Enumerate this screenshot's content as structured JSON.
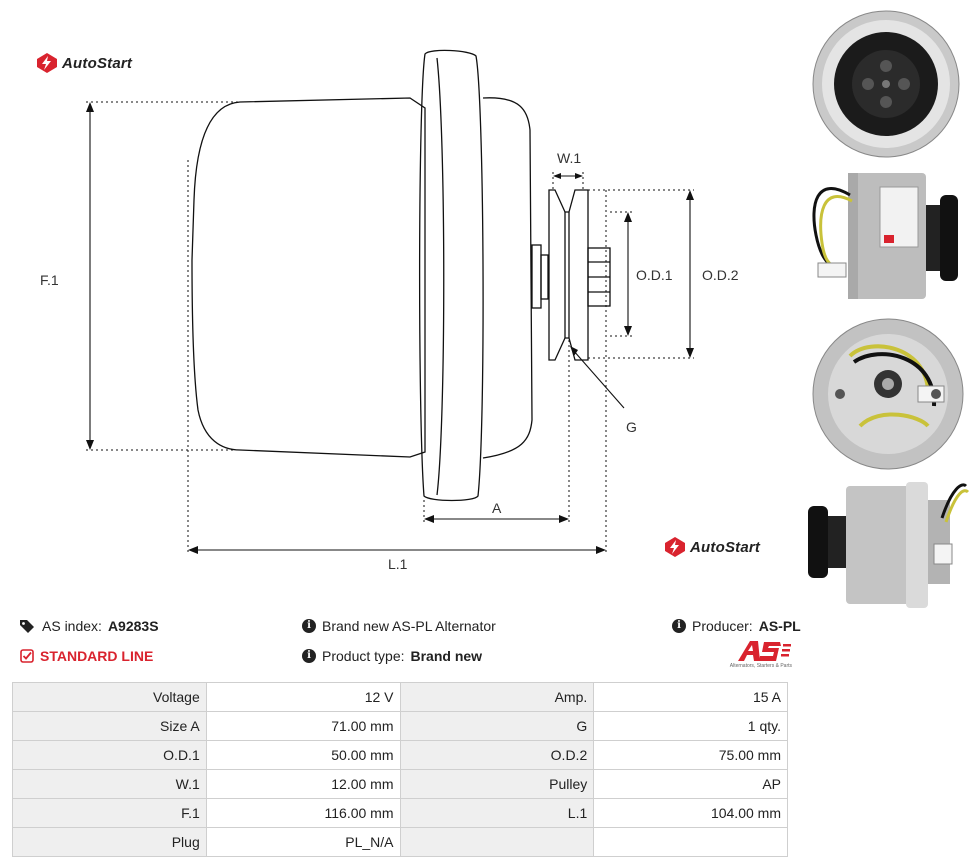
{
  "brand": {
    "name": "AutoStart"
  },
  "dimensions": {
    "f1": "F.1",
    "w1": "W.1",
    "od1": "O.D.1",
    "od2": "O.D.2",
    "g": "G",
    "a": "A",
    "l1": "L.1"
  },
  "photos": [
    "front-face",
    "side-with-wires",
    "rear-with-wires",
    "side-view"
  ],
  "product": {
    "as_index_label": "AS index:",
    "as_index": "A9283S",
    "line": "STANDARD LINE",
    "alternator_text": "Brand new AS-PL Alternator",
    "type_label": "Product type:",
    "type": "Brand new",
    "producer_label": "Producer:",
    "producer": "AS-PL",
    "producer_logo_sub": "Alternators, Starters & Parts"
  },
  "specs": [
    [
      "Voltage",
      "12 V",
      "Amp.",
      "15 A"
    ],
    [
      "Size A",
      "71.00 mm",
      "G",
      "1 qty."
    ],
    [
      "O.D.1",
      "50.00 mm",
      "O.D.2",
      "75.00 mm"
    ],
    [
      "W.1",
      "12.00 mm",
      "Pulley",
      "AP"
    ],
    [
      "F.1",
      "116.00 mm",
      "L.1",
      "104.00 mm"
    ],
    [
      "Plug",
      "PL_N/A",
      "",
      ""
    ]
  ],
  "colors": {
    "accent_red": "#d9232e",
    "label_bg": "#efefef"
  }
}
